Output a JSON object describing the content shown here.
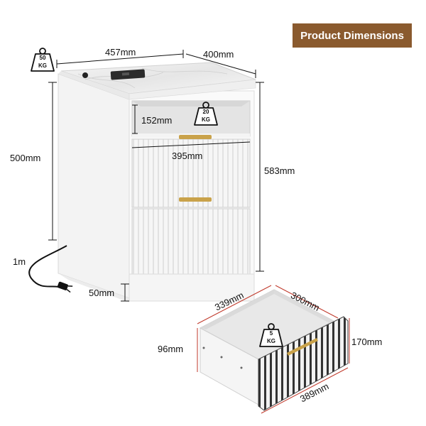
{
  "header": {
    "title": "Product Dimensions"
  },
  "dimensions": {
    "width": "457mm",
    "depth": "400mm",
    "height": "500mm",
    "total_height": "583mm",
    "shelf_height": "152mm",
    "drawer_width": "395mm",
    "base_height": "50mm",
    "cable_length": "1m"
  },
  "drawer": {
    "depth": "339mm",
    "width": "300mm",
    "inner_height": "96mm",
    "front_height": "170mm",
    "front_width": "389mm"
  },
  "weights": {
    "top": {
      "value": "50",
      "unit": "KG"
    },
    "shelf": {
      "value": "20",
      "unit": "KG"
    },
    "drawer": {
      "value": "5",
      "unit": "KG"
    }
  },
  "colors": {
    "badge": "#8a5a2e",
    "accent_line": "#c0392b",
    "handle": "#c9a24a"
  }
}
